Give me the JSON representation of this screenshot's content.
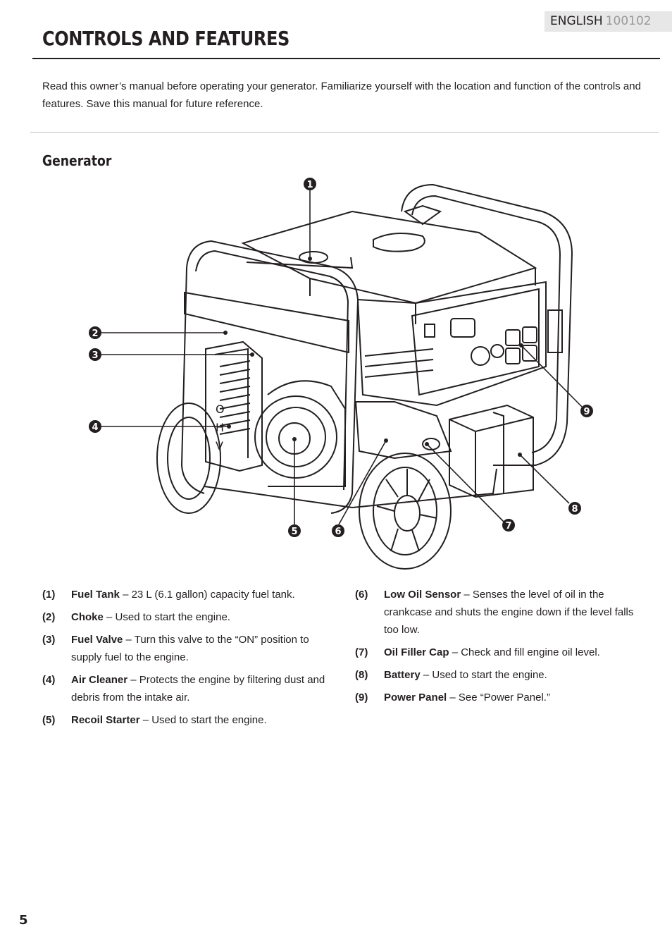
{
  "header": {
    "language": "ENGLISH",
    "doc_code": "100102"
  },
  "page_title": "CONTROLS AND FEATURES",
  "intro": "Read this owner’s manual before operating your generator. Familiarize yourself with the location and function of the controls and features. Save this manual for future reference.",
  "section_heading": "Generator",
  "callouts": [
    "1",
    "2",
    "3",
    "4",
    "5",
    "6",
    "7",
    "8",
    "9"
  ],
  "features_left": [
    {
      "num": "(1)",
      "name": "Fuel Tank",
      "desc": " – 23 L (6.1 gallon) capacity fuel tank."
    },
    {
      "num": "(2)",
      "name": "Choke",
      "desc": " – Used to start the engine."
    },
    {
      "num": "(3)",
      "name": "Fuel Valve",
      "desc": " – Turn this valve to the “ON” position to supply fuel to the engine."
    },
    {
      "num": "(4)",
      "name": "Air Cleaner",
      "desc": " – Protects the engine by filtering dust and debris from the intake air."
    },
    {
      "num": "(5)",
      "name": "Recoil Starter",
      "desc": " – Used to start the engine."
    }
  ],
  "features_right": [
    {
      "num": "(6)",
      "name": "Low Oil Sensor",
      "desc": " – Senses the level of oil in the crankcase and shuts the engine down if the level falls too low."
    },
    {
      "num": "(7)",
      "name": "Oil Filler Cap",
      "desc": " – Check and fill engine oil level."
    },
    {
      "num": "(8)",
      "name": "Battery",
      "desc": " – Used to start the engine."
    },
    {
      "num": "(9)",
      "name": "Power Panel",
      "desc": " – See “Power Panel.”"
    }
  ],
  "figure_labels": {
    "air_cleaner_letters": [
      "O",
      "H",
      "V"
    ]
  },
  "page_number": "5"
}
